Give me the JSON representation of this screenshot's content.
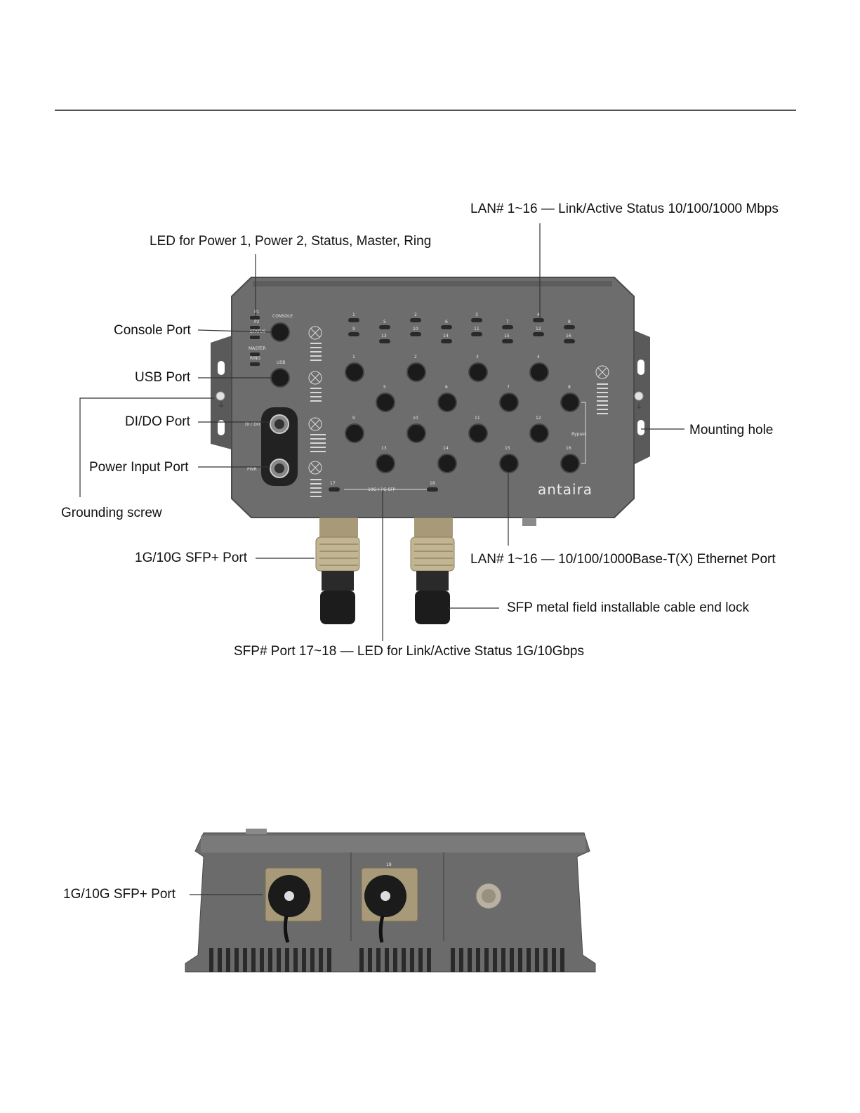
{
  "labels": {
    "lan_led": "LAN# 1~16 — Link/Active Status 10/100/1000 Mbps",
    "sys_led": "LED for Power 1, Power 2, Status, Master, Ring",
    "console_port": "Console Port",
    "usb_port": "USB Port",
    "dido_port": "DI/DO Port",
    "power_port": "Power Input  Port",
    "grounding": "Grounding  screw",
    "mounting": "Mounting  hole",
    "sfp_port_top": "1G/10G  SFP+ Port",
    "lan_port": "LAN# 1~16 — 10/100/1000Base-T(X) Ethernet  Port",
    "cable_lock": "SFP metal field installable cable end lock",
    "sfp_led": "SFP# Port 17~18 — LED for Link/Active Status 1G/10Gbps",
    "sfp_port_side": "1G/10G  SFP+ Port"
  },
  "device": {
    "brand": "antaira",
    "console_text": "CONSOLE",
    "usb_text": "USB",
    "master_text": "MASTER",
    "ring_text": "RING",
    "p1_text": "P1",
    "p2_text": "P2",
    "status_text": "STATUS",
    "dido_text": "DI / DO",
    "pwr_text": "PWR",
    "sfp_bar_text": "10G / 1G SFP",
    "sfp_left_num": "17",
    "sfp_right_num": "18",
    "bypass_text": "Bypass",
    "side_port_num": "18",
    "led_numbers_row1": [
      "1",
      "2",
      "3",
      "4"
    ],
    "led_numbers_row1b": [
      "5",
      "6",
      "7",
      "8"
    ],
    "led_numbers_row2": [
      "9",
      "10",
      "11",
      "12"
    ],
    "led_numbers_row2b": [
      "13",
      "14",
      "15",
      "16"
    ],
    "port_numbers": [
      "1",
      "2",
      "3",
      "4",
      "5",
      "6",
      "7",
      "8",
      "9",
      "10",
      "11",
      "12",
      "13",
      "14",
      "15",
      "16"
    ]
  },
  "colors": {
    "housing": "#6d6d6d",
    "housing_dark": "#4a4a4a",
    "port_black": "#1b1b1b",
    "brass": "#a89a78"
  }
}
